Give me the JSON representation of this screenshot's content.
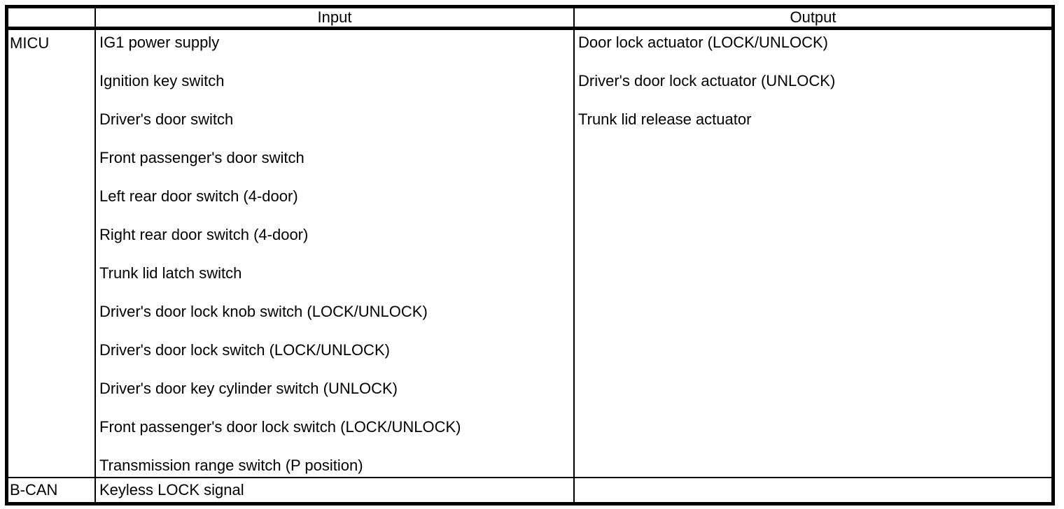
{
  "colors": {
    "border": "#000000",
    "background": "#ffffff",
    "text": "#000000"
  },
  "table": {
    "header": {
      "source_label": "",
      "input_label": "Input",
      "output_label": "Output"
    },
    "rows": [
      {
        "source": "MICU",
        "inputs": [
          "IG1 power supply",
          "Ignition key switch",
          "Driver's door switch",
          "Front passenger's door switch",
          "Left rear door switch (4-door)",
          "Right rear door switch (4-door)",
          "Trunk lid latch switch",
          "Driver's door lock knob switch (LOCK/UNLOCK)",
          "Driver's door lock switch (LOCK/UNLOCK)",
          "Driver's door key cylinder switch (UNLOCK)",
          "Front passenger's door lock switch (LOCK/UNLOCK)",
          "Transmission range switch (P position)"
        ],
        "outputs": [
          "Door lock actuator (LOCK/UNLOCK)",
          "Driver's door lock actuator (UNLOCK)",
          "Trunk lid release actuator"
        ]
      },
      {
        "source": "B-CAN",
        "inputs": [
          "Keyless LOCK signal"
        ],
        "outputs": []
      }
    ]
  }
}
